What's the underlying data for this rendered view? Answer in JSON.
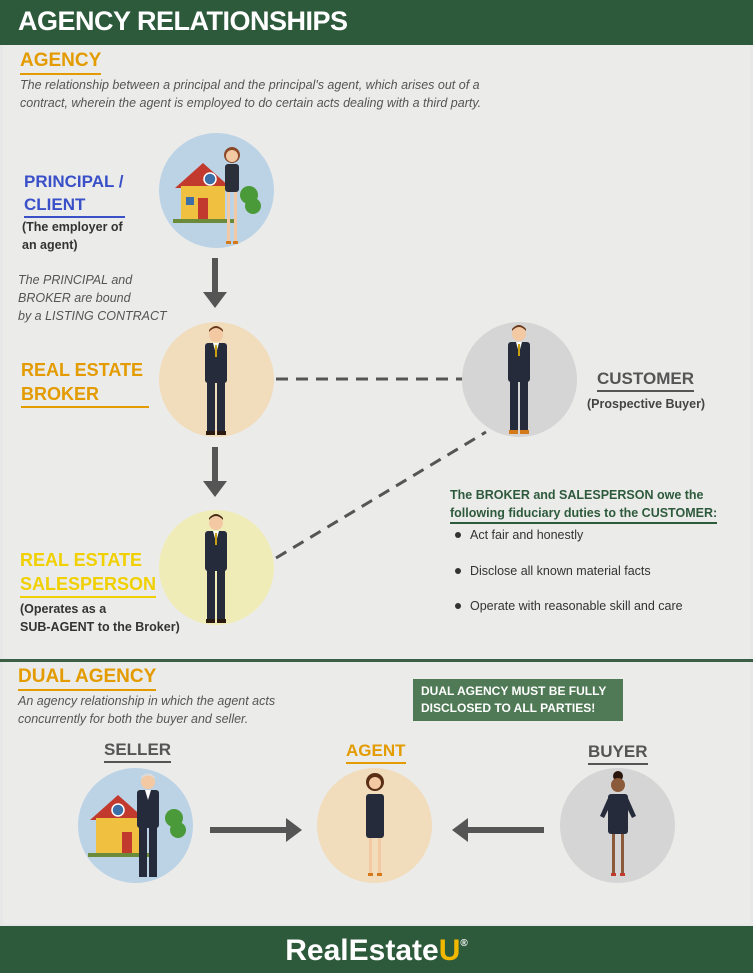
{
  "header": {
    "title": "AGENCY RELATIONSHIPS"
  },
  "agency": {
    "title": "AGENCY",
    "definition_line1": "The relationship between a principal and the principal's agent, which arises out of a",
    "definition_line2": "contract, wherein the agent is employed to do certain acts dealing with a third party."
  },
  "principal": {
    "title_line1": "PRINCIPAL /",
    "title_line2": "CLIENT",
    "note_line1": "(The employer of",
    "note_line2": "an agent)"
  },
  "listing_note": {
    "line1": "The PRINCIPAL and",
    "line2": "BROKER are bound",
    "line3": "by a LISTING CONTRACT"
  },
  "broker": {
    "title_line1": "REAL ESTATE",
    "title_line2": "BROKER"
  },
  "customer": {
    "title": "CUSTOMER",
    "note": "(Prospective Buyer)"
  },
  "salesperson": {
    "title_line1": "REAL ESTATE",
    "title_line2": "SALESPERSON",
    "note_line1": "(Operates as a",
    "note_line2": "SUB-AGENT to the Broker)"
  },
  "duties": {
    "heading_line1": "The BROKER and SALESPERSON owe the",
    "heading_line2": "following fiduciary duties to the CUSTOMER:",
    "items": [
      "Act fair and honestly",
      "Disclose all known material facts",
      "Operate with reasonable skill and care"
    ]
  },
  "dual_agency": {
    "title": "DUAL AGENCY",
    "definition_line1": "An agency relationship in which the agent acts",
    "definition_line2": "concurrently for both the buyer and seller.",
    "notice_line1": "DUAL AGENCY MUST BE FULLY",
    "notice_line2": "DISCLOSED TO ALL PARTIES!",
    "seller_label": "SELLER",
    "agent_label": "AGENT",
    "buyer_label": "BUYER"
  },
  "footer": {
    "logo_main": "RealEstate",
    "logo_u": "U",
    "logo_mark": "®"
  },
  "colors": {
    "header_green": "#2e5a3c",
    "accent_orange": "#e39b00",
    "principal_blue": "#3a50c8",
    "salesperson_yellow": "#f0d000",
    "duty_green": "#2e5a3c",
    "notice_green": "#4f7a55"
  },
  "icons": [
    "house-icon",
    "businesswoman-icon",
    "businessman-icon",
    "arrow-down-icon",
    "arrow-right-icon",
    "arrow-left-icon"
  ]
}
